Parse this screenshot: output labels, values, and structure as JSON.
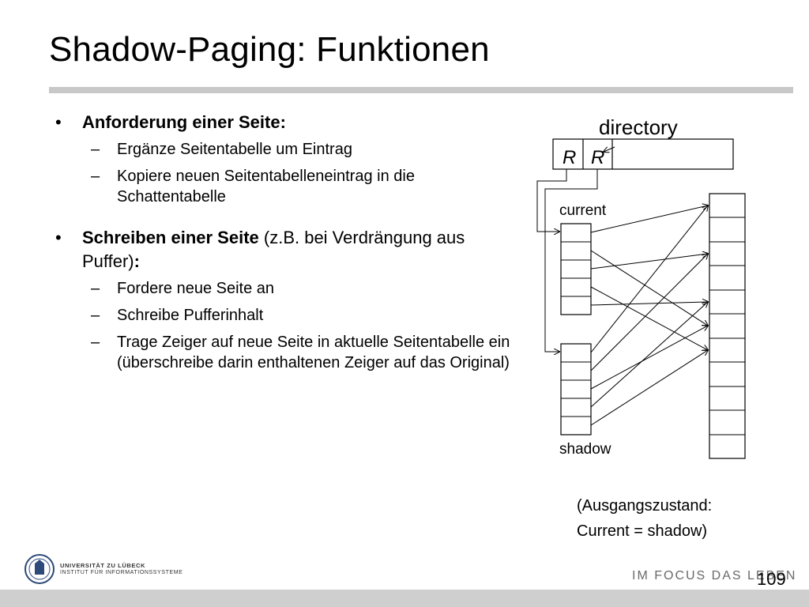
{
  "title": "Shadow-Paging: Funktionen",
  "section1": {
    "heading": "Anforderung einer Seite:",
    "items": [
      "Ergänze Seitentabelle um Eintrag",
      "Kopiere neuen Seitentabelleneintrag in die Schattentabelle"
    ]
  },
  "section2": {
    "heading_bold": "Schreiben einer Seite",
    "heading_rest": " (z.B. bei Verdrängung aus Puffer)",
    "heading_colon": ":",
    "items": [
      "Fordere neue Seite an",
      "Schreibe Pufferinhalt",
      "Trage Zeiger auf neue Seite in aktuelle Seitentabelle ein (überschreibe darin enthaltenen Zeiger auf das Original)"
    ]
  },
  "diagram": {
    "directory_label": "directory",
    "entries": [
      "R",
      "R"
    ],
    "current_label": "current",
    "shadow_label": "shadow"
  },
  "caption": {
    "line1": "(Ausgangszustand:",
    "line2": "Current = shadow)"
  },
  "footer": {
    "university": "UNIVERSITÄT ZU LÜBECK",
    "institute": "INSTITUT FÜR INFORMATIONSSYSTEME",
    "slogan": "IM FOCUS DAS LEBEN",
    "page_number": "109"
  }
}
